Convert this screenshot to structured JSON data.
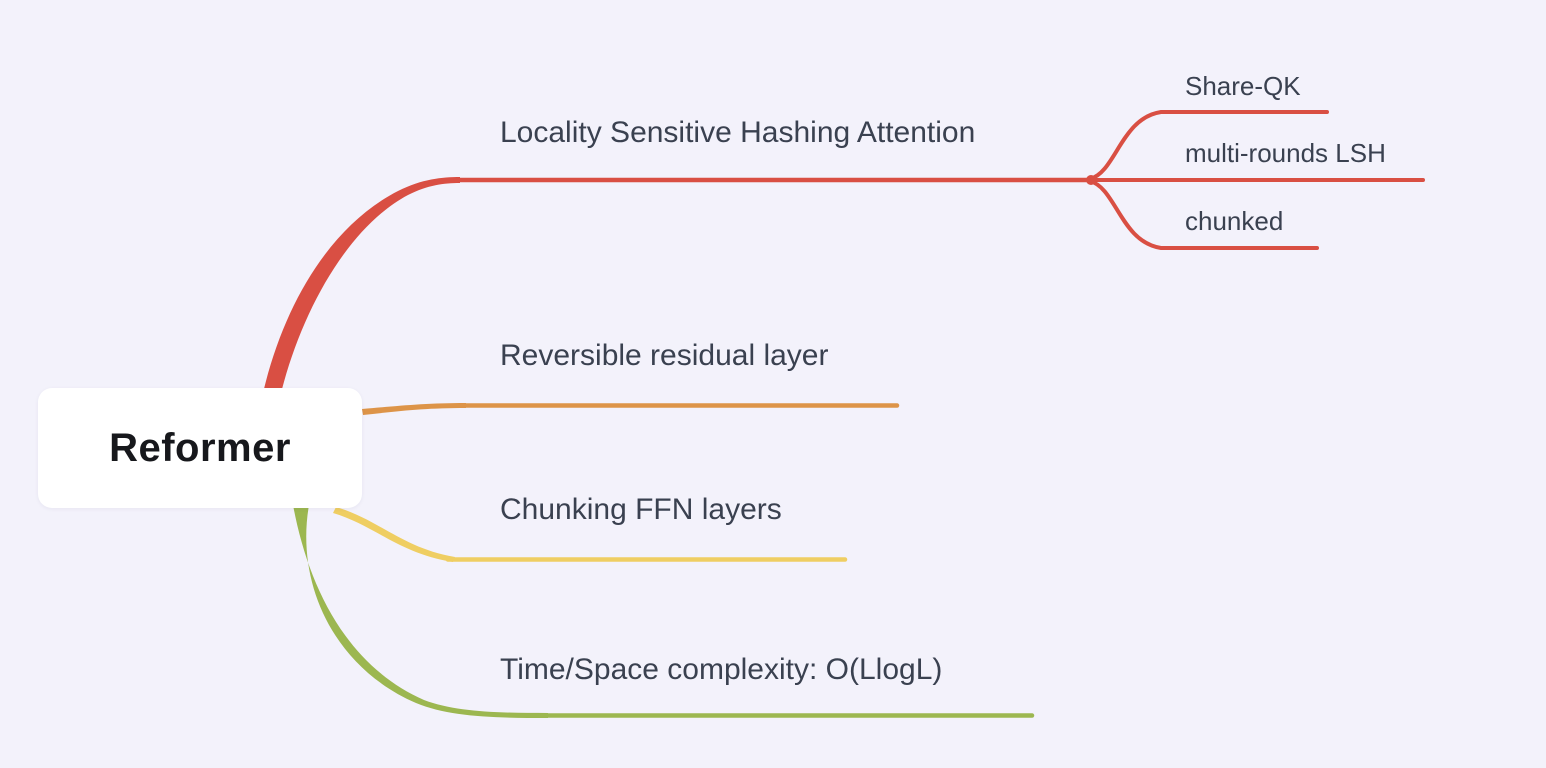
{
  "title": "Reformer mind map",
  "colors": {
    "background": "#f3f2fb",
    "node_background": "#ffffff",
    "root_text": "#17181c",
    "topic_text": "#3a4150",
    "branch_red": "#d94f43",
    "branch_orange": "#dd9448",
    "branch_yellow": "#efce62",
    "branch_green": "#9cb750"
  },
  "root": {
    "label": "Reformer"
  },
  "branches": [
    {
      "label": "Locality Sensitive Hashing Attention",
      "color": "#d94f43",
      "children": [
        {
          "label": "Share-QK"
        },
        {
          "label": "multi-rounds LSH"
        },
        {
          "label": "chunked"
        }
      ]
    },
    {
      "label": "Reversible residual layer",
      "color": "#dd9448",
      "children": []
    },
    {
      "label": "Chunking FFN layers",
      "color": "#efce62",
      "children": []
    },
    {
      "label": "Time/Space complexity: O(LlogL)",
      "color": "#9cb750",
      "children": []
    }
  ]
}
